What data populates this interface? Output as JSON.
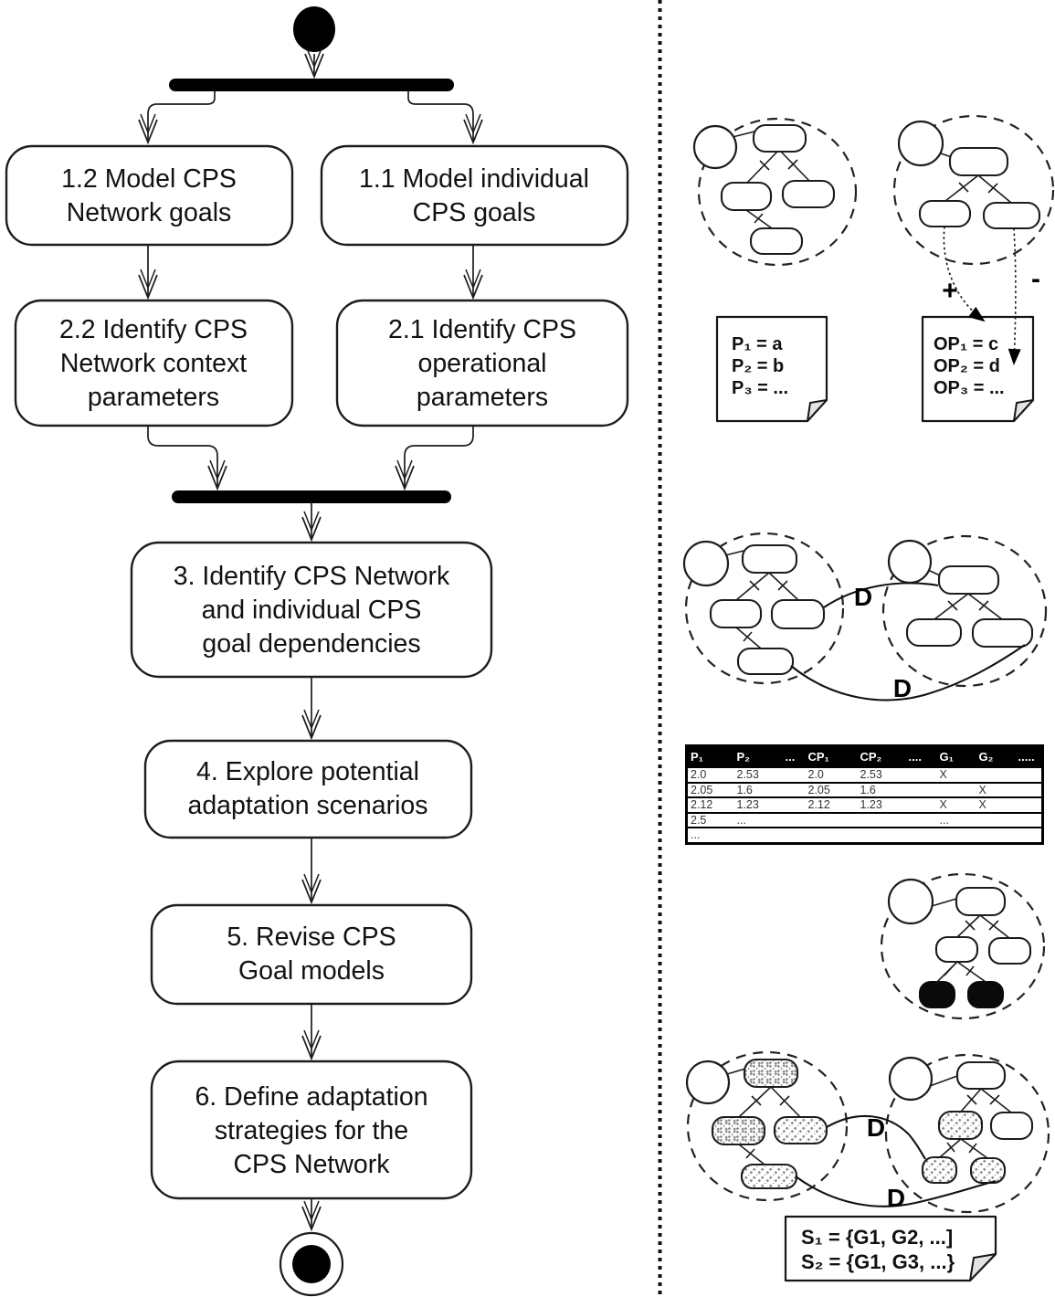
{
  "colors": {
    "ink": "#000000",
    "background": "#ffffff",
    "hatch_gray": "#8f8f8f",
    "note_fold": "#e3e3e3"
  },
  "flowchart": {
    "nodes": [
      {
        "name": "model-cps-network-goals",
        "lines": [
          "1.2 Model CPS",
          "Network goals"
        ]
      },
      {
        "name": "model-individual-cps-goals",
        "lines": [
          "1.1 Model individual",
          "CPS goals"
        ]
      },
      {
        "name": "identify-cps-network-context-parameters",
        "lines": [
          "2.2 Identify CPS",
          "Network context",
          "parameters"
        ]
      },
      {
        "name": "identify-cps-operational-parameters",
        "lines": [
          "2.1 Identify CPS",
          "operational",
          "parameters"
        ]
      },
      {
        "name": "identify-goal-dependencies",
        "lines": [
          "3. Identify CPS Network",
          "and individual CPS",
          "goal dependencies"
        ]
      },
      {
        "name": "explore-adaptation-scenarios",
        "lines": [
          "4. Explore potential",
          "adaptation scenarios"
        ]
      },
      {
        "name": "revise-cps-goal-models",
        "lines": [
          "5. Revise CPS",
          "Goal models"
        ]
      },
      {
        "name": "define-adaptation-strategies",
        "lines": [
          "6. Define adaptation",
          "strategies for the",
          "CPS Network"
        ]
      }
    ]
  },
  "annotations": {
    "param_note_lines": [
      "P₁ = a",
      "P₂ = b",
      "P₃ = ..."
    ],
    "op_note_lines": [
      "OP₁ = c",
      "OP₂ = d",
      "OP₃ = ..."
    ],
    "strategy_note_lines": [
      "S₁ = {G1, G2, ...]",
      "S₂ = {G1, G3, ...}"
    ],
    "plus_label": "+",
    "minus_label": "-",
    "dependency_labels": [
      "D",
      "D",
      "D",
      "D"
    ]
  },
  "table": {
    "headers": [
      "P₁",
      "P₂",
      "...",
      "CP₁",
      "CP₂",
      "....",
      "G₁",
      "G₂",
      "....."
    ],
    "rows": [
      [
        "2.0",
        "2.53",
        "",
        "2.0",
        "2.53",
        "",
        "X",
        "",
        ""
      ],
      [
        "2.05",
        "1.6",
        "",
        "2.05",
        "1.6",
        "",
        "",
        "X",
        ""
      ],
      [
        "2.12",
        "1.23",
        "",
        "2.12",
        "1.23",
        "",
        "X",
        "X",
        ""
      ],
      [
        "2.5",
        "...",
        "",
        "",
        "",
        "",
        "...",
        "",
        ""
      ],
      [
        "...",
        "",
        "",
        "",
        "",
        "",
        "",
        "",
        ""
      ]
    ]
  }
}
